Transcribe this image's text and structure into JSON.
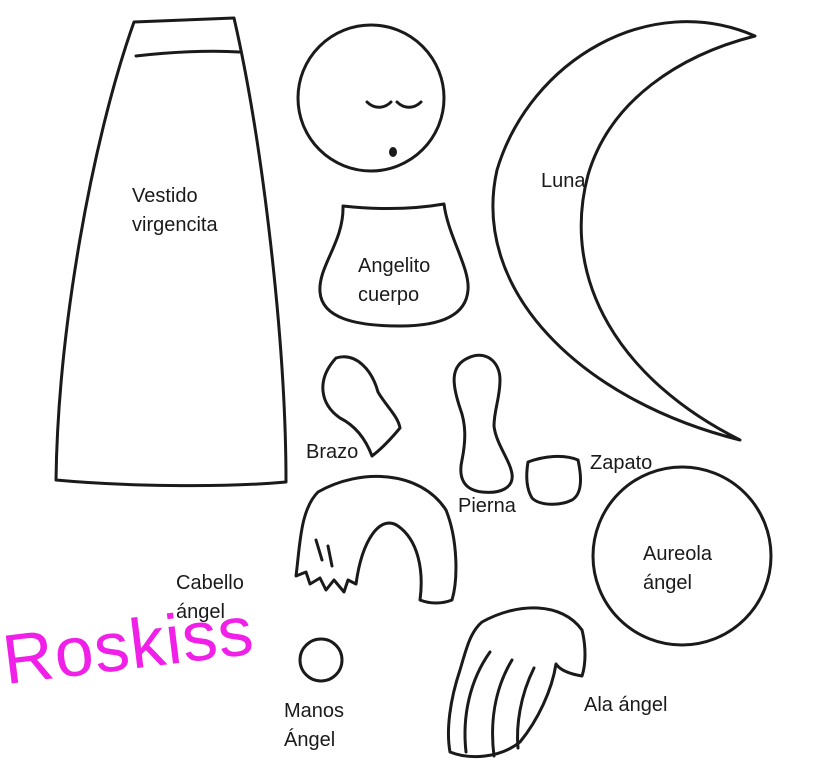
{
  "labels": {
    "vestido": [
      "Vestido",
      "virgencita"
    ],
    "luna": "Luna",
    "angelito_cuerpo": [
      "Angelito",
      "cuerpo"
    ],
    "brazo": "Brazo",
    "zapato": "Zapato",
    "pierna": "Pierna",
    "aureola": [
      "Aureola",
      "ángel"
    ],
    "cabello": [
      "Cabello",
      "ángel"
    ],
    "manos": [
      "Manos",
      "Ángel"
    ],
    "ala": "Ala ángel"
  },
  "watermark": {
    "text": "Roskiss",
    "color": "#f020e8"
  },
  "colors": {
    "outline": "#1a1a1a",
    "background": "#ffffff"
  }
}
